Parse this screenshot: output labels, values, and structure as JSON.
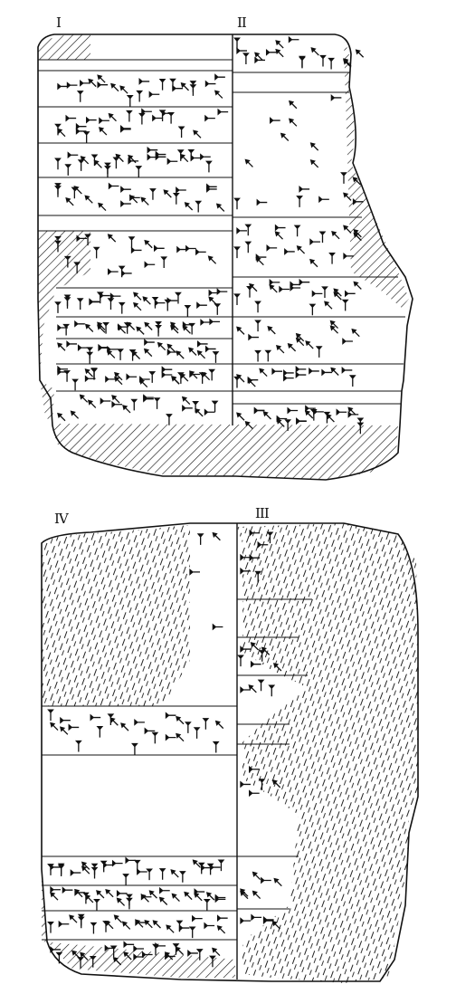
{
  "figure": {
    "obverse": {
      "columns": [
        {
          "label": "I"
        },
        {
          "label": "II"
        }
      ]
    },
    "reverse": {
      "columns": [
        {
          "label": "IV"
        },
        {
          "label": "III"
        }
      ]
    }
  },
  "colors": {
    "ink": "#111111",
    "paper": "#ffffff"
  }
}
